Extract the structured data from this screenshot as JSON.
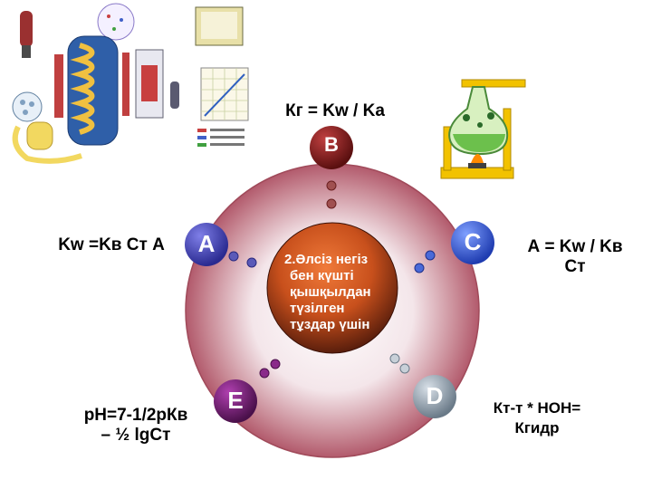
{
  "center": {
    "lines": [
      "2.Әлсіз негіз",
      "бен күшті",
      "қышқылдан",
      "түзілген",
      "тұздар үшін"
    ]
  },
  "nodes": {
    "A": {
      "label": "A",
      "color": "#3f3fb5"
    },
    "B": {
      "label": "B",
      "color": "#8b1a1a"
    },
    "C": {
      "label": "C",
      "color": "#3c5ed8"
    },
    "D": {
      "label": "D",
      "color": "#8a9aa8"
    },
    "E": {
      "label": "E",
      "color": "#6b1f6b"
    }
  },
  "formulas": {
    "top": "Кг = Kw / Ka",
    "left": "Kw =Kв Ст А",
    "right_line1": "А = Kw / Kв",
    "right_line2": "Ст",
    "bottom_left_line1": "рН=7-1/2рКв",
    "bottom_left_line2": "– ½ lgСт",
    "bottom_right_line1": "Кт-т * НОН=",
    "bottom_right_line2": "Кгидр"
  },
  "illustrations": {
    "apparatus": "distillation-apparatus-illustration",
    "flask": "flask-on-burner-illustration"
  }
}
